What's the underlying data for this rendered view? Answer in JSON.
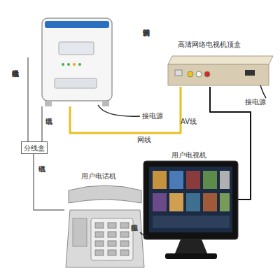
{
  "diagram": {
    "nodes": [
      {
        "text": [
          "调制解调器"
        ]
      },
      {
        "text": [
          "高清网络电视机顶盒"
        ]
      },
      {
        "text": [
          "分线盒"
        ]
      },
      {
        "text": [
          "用户电话机"
        ]
      },
      {
        "text": [
          "用户电视机"
        ]
      }
    ],
    "edges": [
      {
        "from": 0,
        "to": 1,
        "label": "网线",
        "arrow": "none"
      },
      {
        "from": 2,
        "to": 0,
        "label": "电话线",
        "arrow": "none"
      },
      {
        "from": 2,
        "to": 3,
        "label": "电话线",
        "arrow": "none"
      },
      {
        "from": 1,
        "to": 4,
        "label": "AV线",
        "arrow": "none"
      }
    ],
    "labels": [
      "接电话局电话线",
      "接电源",
      "接电源",
      "接电源"
    ]
  }
}
